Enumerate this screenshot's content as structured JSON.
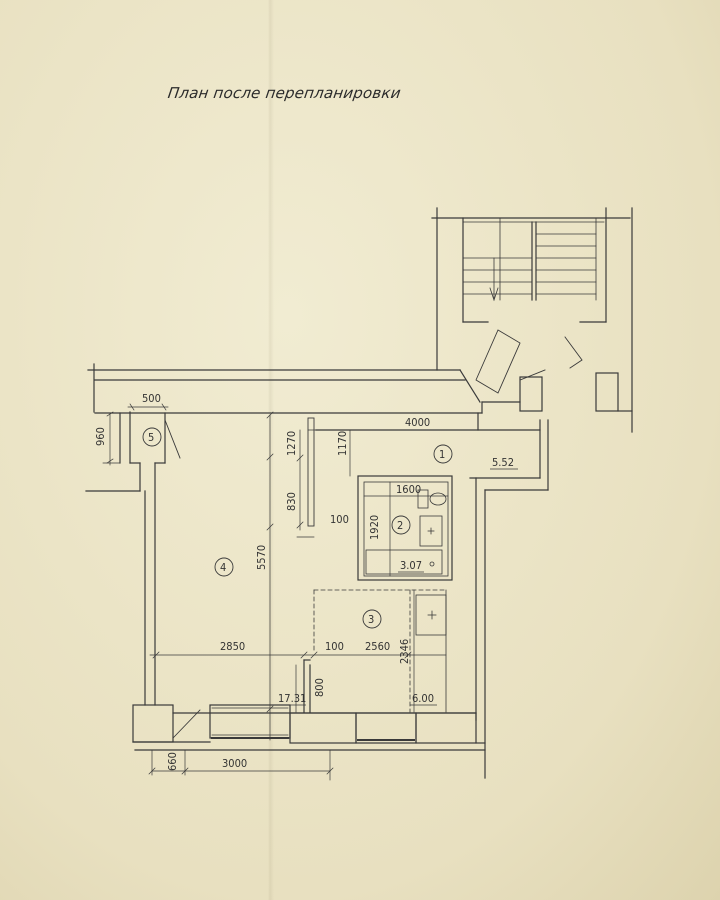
{
  "title": "План после перепланировки",
  "dimensions": {
    "d500": "500",
    "d960": "960",
    "d4000": "4000",
    "d1270": "1270",
    "d1170": "1170",
    "d830": "830",
    "d100a": "100",
    "d1920": "1920",
    "d1600": "1600",
    "d5570": "5570",
    "d2850": "2850",
    "d100b": "100",
    "d2560": "2560",
    "d2346": "2346",
    "d800": "800",
    "d660": "660",
    "d3000": "3000"
  },
  "rooms": [
    {
      "number": "1",
      "area": "5.52"
    },
    {
      "number": "2",
      "area": "3.07"
    },
    {
      "number": "3",
      "area": "6.00"
    },
    {
      "number": "4",
      "area": "17.31"
    },
    {
      "number": "5",
      "area": ""
    }
  ]
}
